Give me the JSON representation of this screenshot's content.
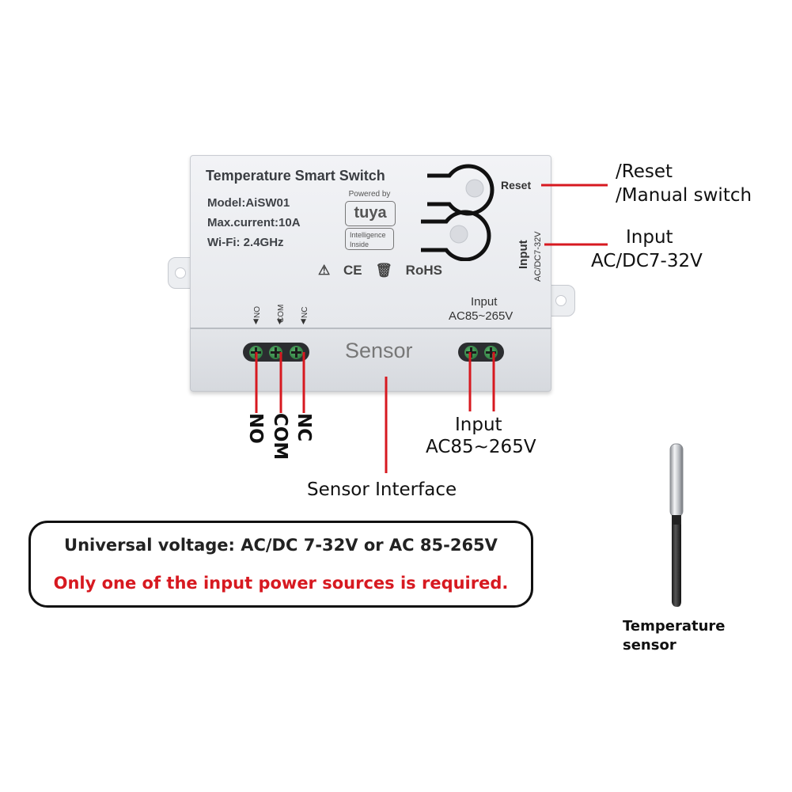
{
  "device": {
    "title": "Temperature Smart Switch",
    "model": "Model:AiSW01",
    "max_current": "Max.current:10A",
    "wifi": "Wi-Fi: 2.4GHz",
    "tuya_powered": "Powered by",
    "tuya_logo": "tuya",
    "tuya_intel_1": "Intelligence",
    "tuya_intel_2": "Inside",
    "ce": "CE",
    "rohs": "RoHS",
    "reset_label": "Reset",
    "input_dc_word": "Input",
    "input_dc_value": "AC/DC7-32V",
    "input_ac_word": "Input",
    "input_ac_value": "AC85~265V",
    "relay_no": "NO",
    "relay_com": "COM",
    "relay_nc": "NC",
    "sensor_word": "Sensor"
  },
  "callouts": {
    "reset": "/Reset",
    "manual_switch": "/Manual switch",
    "input_dc_word": "Input",
    "input_dc_value": "AC/DC7-32V",
    "input_ac_word": "Input",
    "input_ac_value": "AC85~265V",
    "no": "NO",
    "com": "COM",
    "nc": "NC",
    "sensor_interface": "Sensor Interface"
  },
  "note": {
    "line1": "Universal voltage: AC/DC 7-32V or AC 85-265V",
    "line2": "Only one of the input power sources is required."
  },
  "sensor": {
    "label_line1": "Temperature",
    "label_line2": "sensor"
  },
  "colors": {
    "callout_line": "#d71920",
    "warning_text": "#d71920",
    "device_body": "#e6e8ec"
  }
}
